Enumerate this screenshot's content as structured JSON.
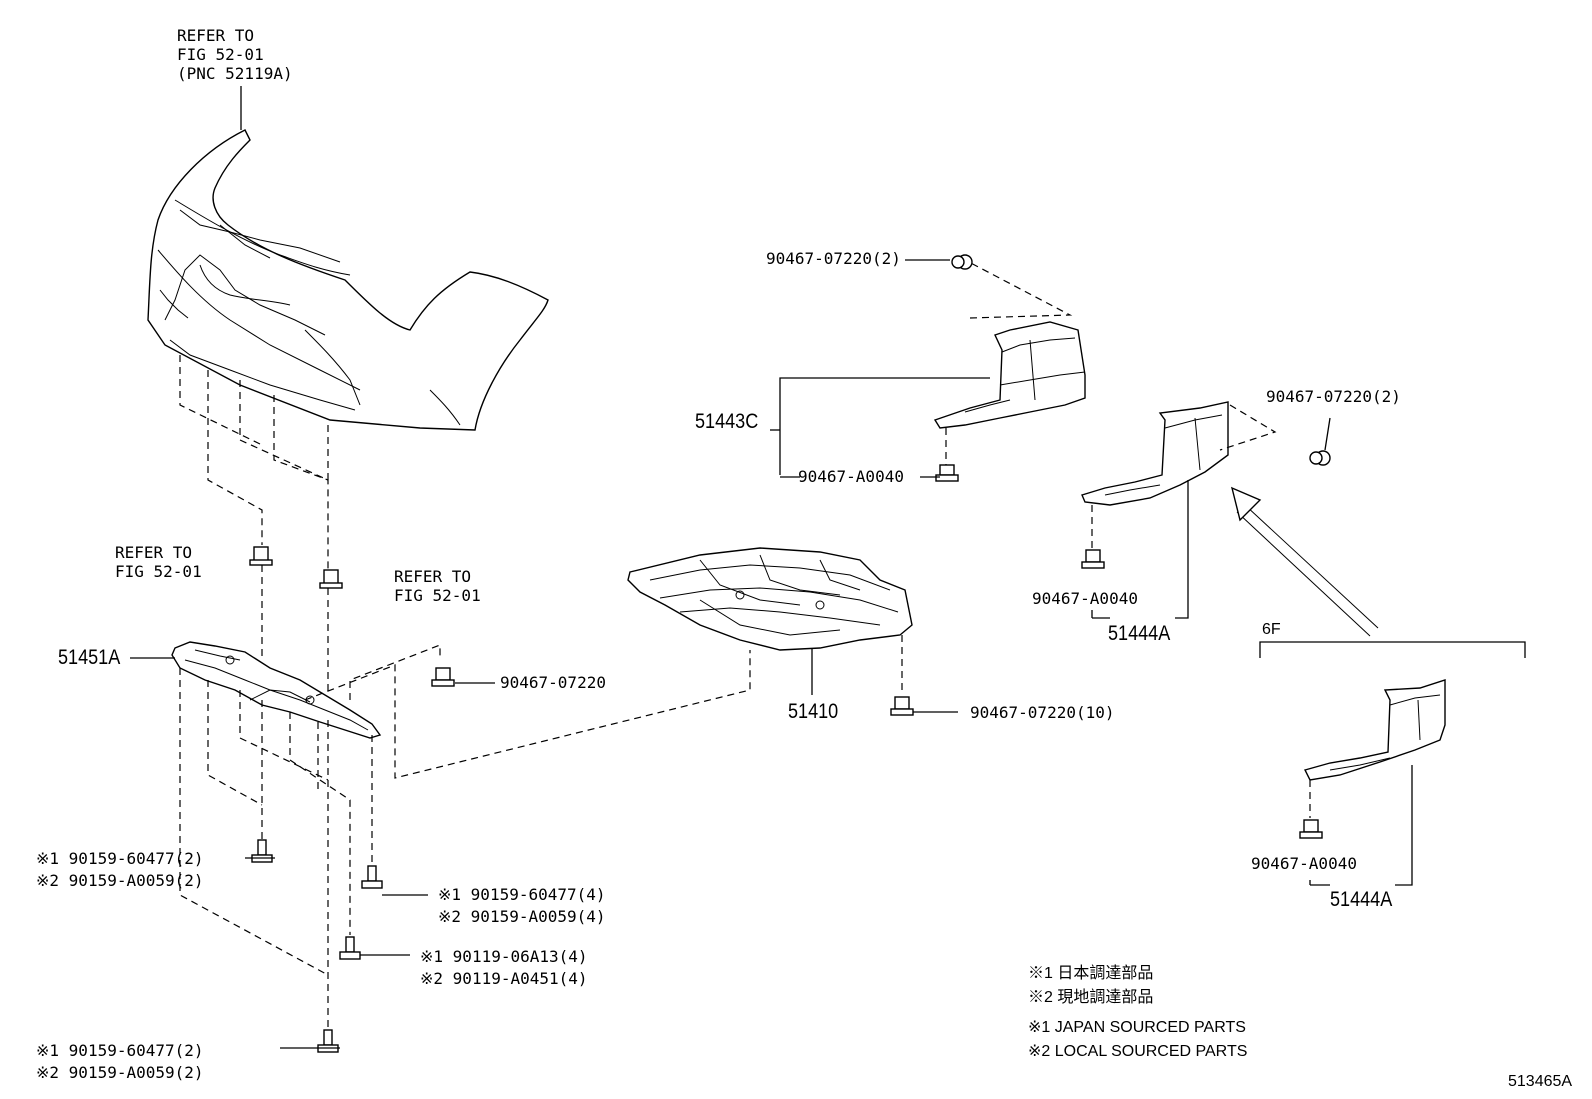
{
  "refer_bumper": {
    "line1": "REFER TO",
    "line2": "FIG 52-01",
    "line3": "(PNC 52119A)"
  },
  "refer_clip_left": {
    "line1": "REFER TO",
    "line2": "FIG 52-01"
  },
  "refer_clip_right": {
    "line1": "REFER TO",
    "line2": "FIG 52-01"
  },
  "parts": {
    "p51451A": "51451A",
    "p51443C": "51443C",
    "p51410": "51410",
    "p51444A_upper": "51444A",
    "p51444A_lower": "51444A",
    "variant_6F": "6F"
  },
  "fasteners": {
    "clip_90467_07220_2_top": "90467-07220(2)",
    "clip_90467_A0040_mid": "90467-A0040",
    "clip_90467_07220_2_right": "90467-07220(2)",
    "clip_90467_A0040_right": "90467-A0040",
    "clip_90467_07220_single": "90467-07220",
    "clip_90467_07220_10": "90467-07220(10)",
    "clip_90467_A0040_lower": "90467-A0040",
    "bolt_a_1": "※1 90159-60477(2)",
    "bolt_a_2": "※2 90159-A0059(2)",
    "bolt_b_1": "※1 90159-60477(4)",
    "bolt_b_2": "※2 90159-A0059(4)",
    "screw_c_1": "※1 90119-06A13(4)",
    "screw_c_2": "※2 90119-A0451(4)",
    "bolt_d_1": "※1 90159-60477(2)",
    "bolt_d_2": "※2 90159-A0059(2)"
  },
  "legend": {
    "jp1": "※1 日本調達部品",
    "jp2": "※2 現地調達部品",
    "en1": "※1 JAPAN SOURCED PARTS",
    "en2": "※2 LOCAL SOURCED PARTS"
  },
  "figure_code": "513465A"
}
